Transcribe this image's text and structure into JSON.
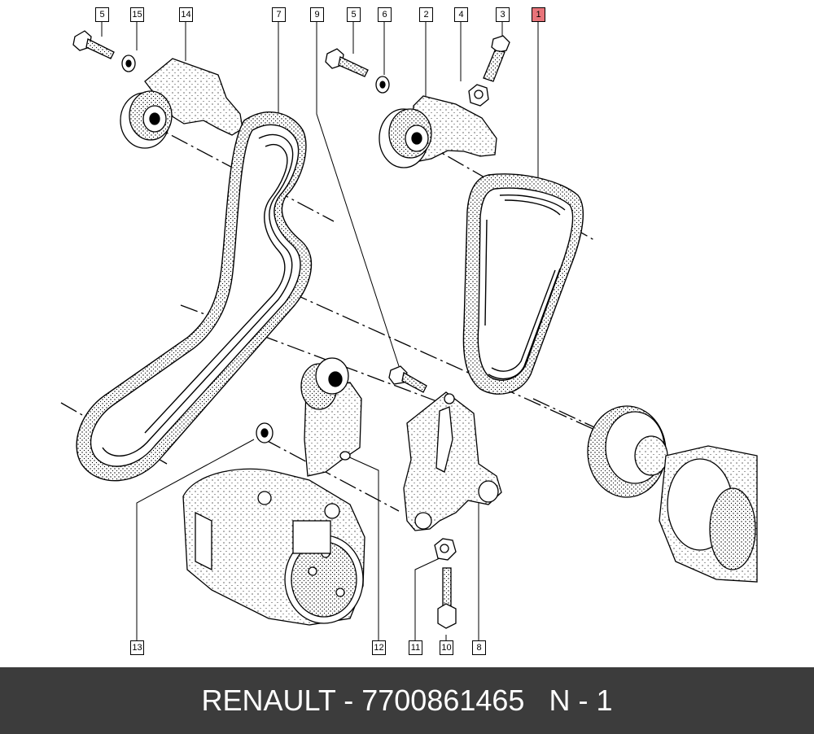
{
  "callouts": {
    "c5a": "5",
    "c15": "15",
    "c14": "14",
    "c7": "7",
    "c9": "9",
    "c5b": "5",
    "c6": "6",
    "c2": "2",
    "c4": "4",
    "c3": "3",
    "c1": "1",
    "c13": "13",
    "c12": "12",
    "c11": "11",
    "c10": "10",
    "c8": "8"
  },
  "footer": {
    "text": "RENAULT - 7700861465   N - 1"
  },
  "colors": {
    "highlight": "#e8747a",
    "footer_bg": "#3c3c3c",
    "footer_text": "#ffffff"
  }
}
